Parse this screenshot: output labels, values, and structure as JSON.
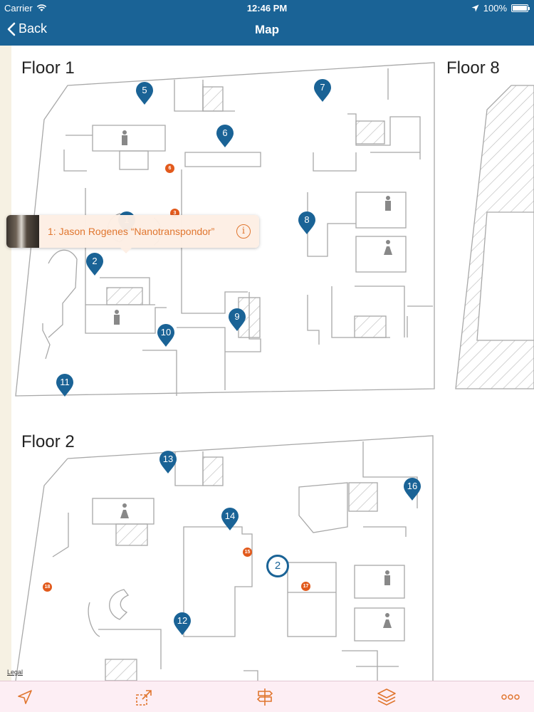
{
  "status_bar": {
    "carrier": "Carrier",
    "time": "12:46 PM",
    "battery": "100%"
  },
  "nav": {
    "back_label": "Back",
    "title": "Map"
  },
  "floors": [
    {
      "label": "Floor 1"
    },
    {
      "label": "Floor 8"
    },
    {
      "label": "Floor 2"
    }
  ],
  "pins": [
    "1",
    "2",
    "5",
    "6",
    "7",
    "8",
    "9",
    "10",
    "11",
    "12",
    "13",
    "14",
    "16"
  ],
  "small_markers": [
    "3",
    "6",
    "15",
    "17",
    "18"
  ],
  "current_location_marker": "2",
  "callout": {
    "text": "1: Jason Rogenes “Nanotranspondor”",
    "info_icon": "i"
  },
  "legal_link": "Legal",
  "toolbar": {
    "items": [
      "location-arrow-icon",
      "resize-icon",
      "directions-sign-icon",
      "layers-icon",
      "more-icon"
    ]
  },
  "colors": {
    "brand_blue": "#1a6396",
    "marker_orange": "#e25a1c",
    "callout_text": "#e0762f",
    "toolbar_bg": "#fdeef4"
  }
}
